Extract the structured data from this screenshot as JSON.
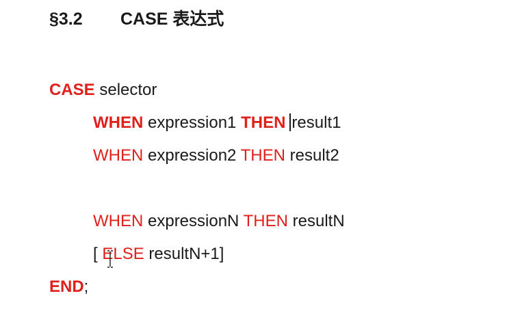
{
  "heading": {
    "number": "§3.2",
    "title": "CASE 表达式"
  },
  "code": {
    "case_kw": "CASE",
    "selector": " selector",
    "when1_kw": "WHEN",
    "expr1": " expression1 ",
    "then1_kw": "THEN",
    "result1": "result1",
    "when2_kw": "WHEN",
    "expr2": " expression2 ",
    "then2_kw": "THEN",
    "result2": " result2",
    "whenN_kw": "WHEN",
    "exprN": " expressionN ",
    "thenN_kw": "THEN",
    "resultN": " resultN",
    "bracket_open": "[ ",
    "else_kw": "ELSE",
    "else_result": " resultN+1]",
    "end_kw": "END",
    "end_semicolon": ";"
  },
  "colors": {
    "keyword": "#e0201b",
    "text": "#1a1a1a",
    "background": "#ffffff"
  },
  "icons": [
    "text-cursor-icon",
    "i-beam-pointer-icon"
  ]
}
